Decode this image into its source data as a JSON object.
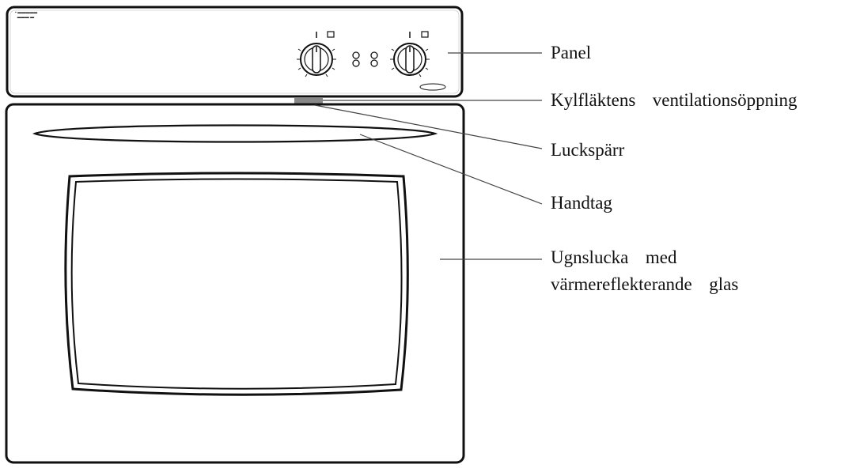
{
  "labels": {
    "panel": "Panel",
    "vent": "Kylfläktens  ventilationsöppning",
    "lock": "Luckspärr",
    "handle": "Handtag",
    "door_line1": "Ugnslucka  med",
    "door_line2": "värmereflekterande  glas"
  },
  "colors": {
    "stroke": "#111111",
    "vent": "#888888",
    "leader": "#444444"
  },
  "icons": {
    "knob_left": "oven-function-knob",
    "knob_right": "thermostat-knob"
  }
}
